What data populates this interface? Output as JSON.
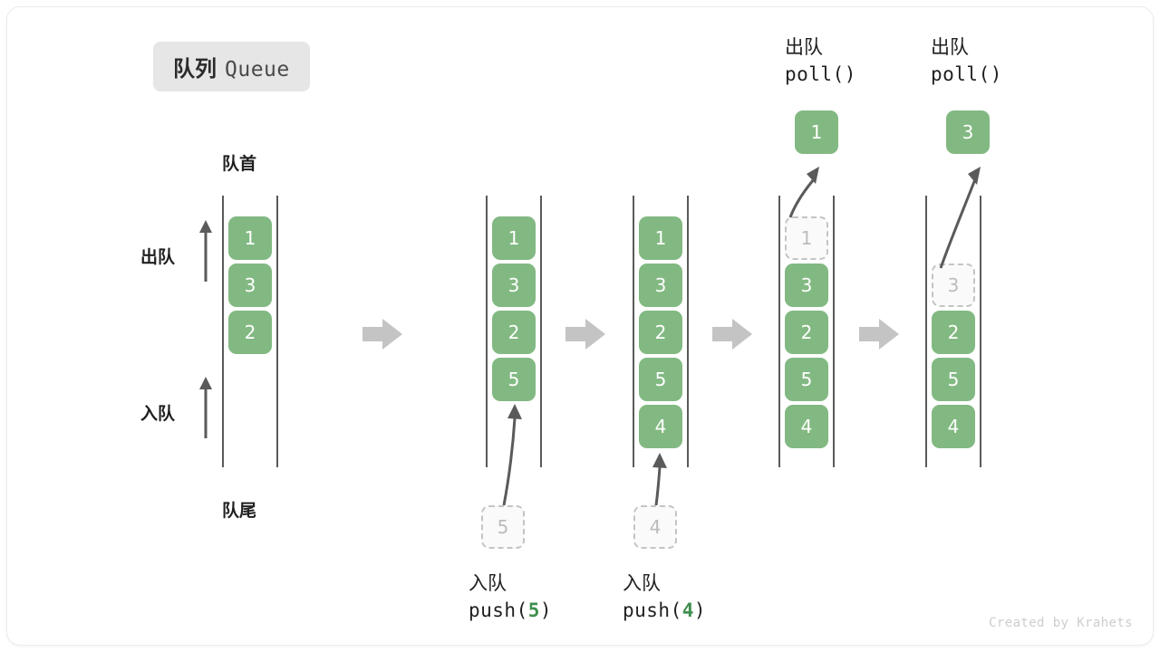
{
  "title": {
    "cn": "队列",
    "en": "Queue"
  },
  "labels": {
    "head": "队首",
    "tail": "队尾",
    "dequeue_side": "出队",
    "enqueue_side": "入队"
  },
  "colors": {
    "cell_green": "#82b982",
    "ghost_border": "#c4c4c4",
    "ghost_text": "#bcbcbc",
    "rail": "#5a5a5a",
    "arrow_gray": "#c4c4c4",
    "curve_arrow": "#5a5a5a",
    "badge_bg": "#e6e6e6",
    "code_arg": "#3f8f4f",
    "credit": "#cdcdcd"
  },
  "columns": [
    {
      "name": "initial-queue",
      "cells": [
        {
          "value": "1",
          "state": "filled"
        },
        {
          "value": "3",
          "state": "filled"
        },
        {
          "value": "2",
          "state": "filled"
        }
      ]
    },
    {
      "name": "after-push-5",
      "cells": [
        {
          "value": "1",
          "state": "filled"
        },
        {
          "value": "3",
          "state": "filled"
        },
        {
          "value": "2",
          "state": "filled"
        },
        {
          "value": "5",
          "state": "filled"
        }
      ],
      "incoming": {
        "value": "5",
        "state": "ghost"
      },
      "caption": {
        "cn": "入队",
        "fn": "push(",
        "arg": "5",
        "fn_close": ")"
      }
    },
    {
      "name": "after-push-4",
      "cells": [
        {
          "value": "1",
          "state": "filled"
        },
        {
          "value": "3",
          "state": "filled"
        },
        {
          "value": "2",
          "state": "filled"
        },
        {
          "value": "5",
          "state": "filled"
        },
        {
          "value": "4",
          "state": "filled"
        }
      ],
      "incoming": {
        "value": "4",
        "state": "ghost"
      },
      "caption": {
        "cn": "入队",
        "fn": "push(",
        "arg": "4",
        "fn_close": ")"
      }
    },
    {
      "name": "after-poll-1",
      "cells": [
        {
          "value": "1",
          "state": "ghost"
        },
        {
          "value": "3",
          "state": "filled"
        },
        {
          "value": "2",
          "state": "filled"
        },
        {
          "value": "5",
          "state": "filled"
        },
        {
          "value": "4",
          "state": "filled"
        }
      ],
      "outgoing": {
        "value": "1",
        "state": "filled"
      },
      "caption": {
        "cn": "出队",
        "fn": "poll()",
        "arg": "",
        "fn_close": ""
      }
    },
    {
      "name": "after-poll-3",
      "cells": [
        {
          "value": "",
          "state": "empty"
        },
        {
          "value": "3",
          "state": "ghost"
        },
        {
          "value": "2",
          "state": "filled"
        },
        {
          "value": "5",
          "state": "filled"
        },
        {
          "value": "4",
          "state": "filled"
        }
      ],
      "outgoing": {
        "value": "3",
        "state": "filled"
      },
      "caption": {
        "cn": "出队",
        "fn": "poll()",
        "arg": "",
        "fn_close": ""
      }
    }
  ],
  "step_arrows": 4,
  "credit": "Created by Krahets"
}
